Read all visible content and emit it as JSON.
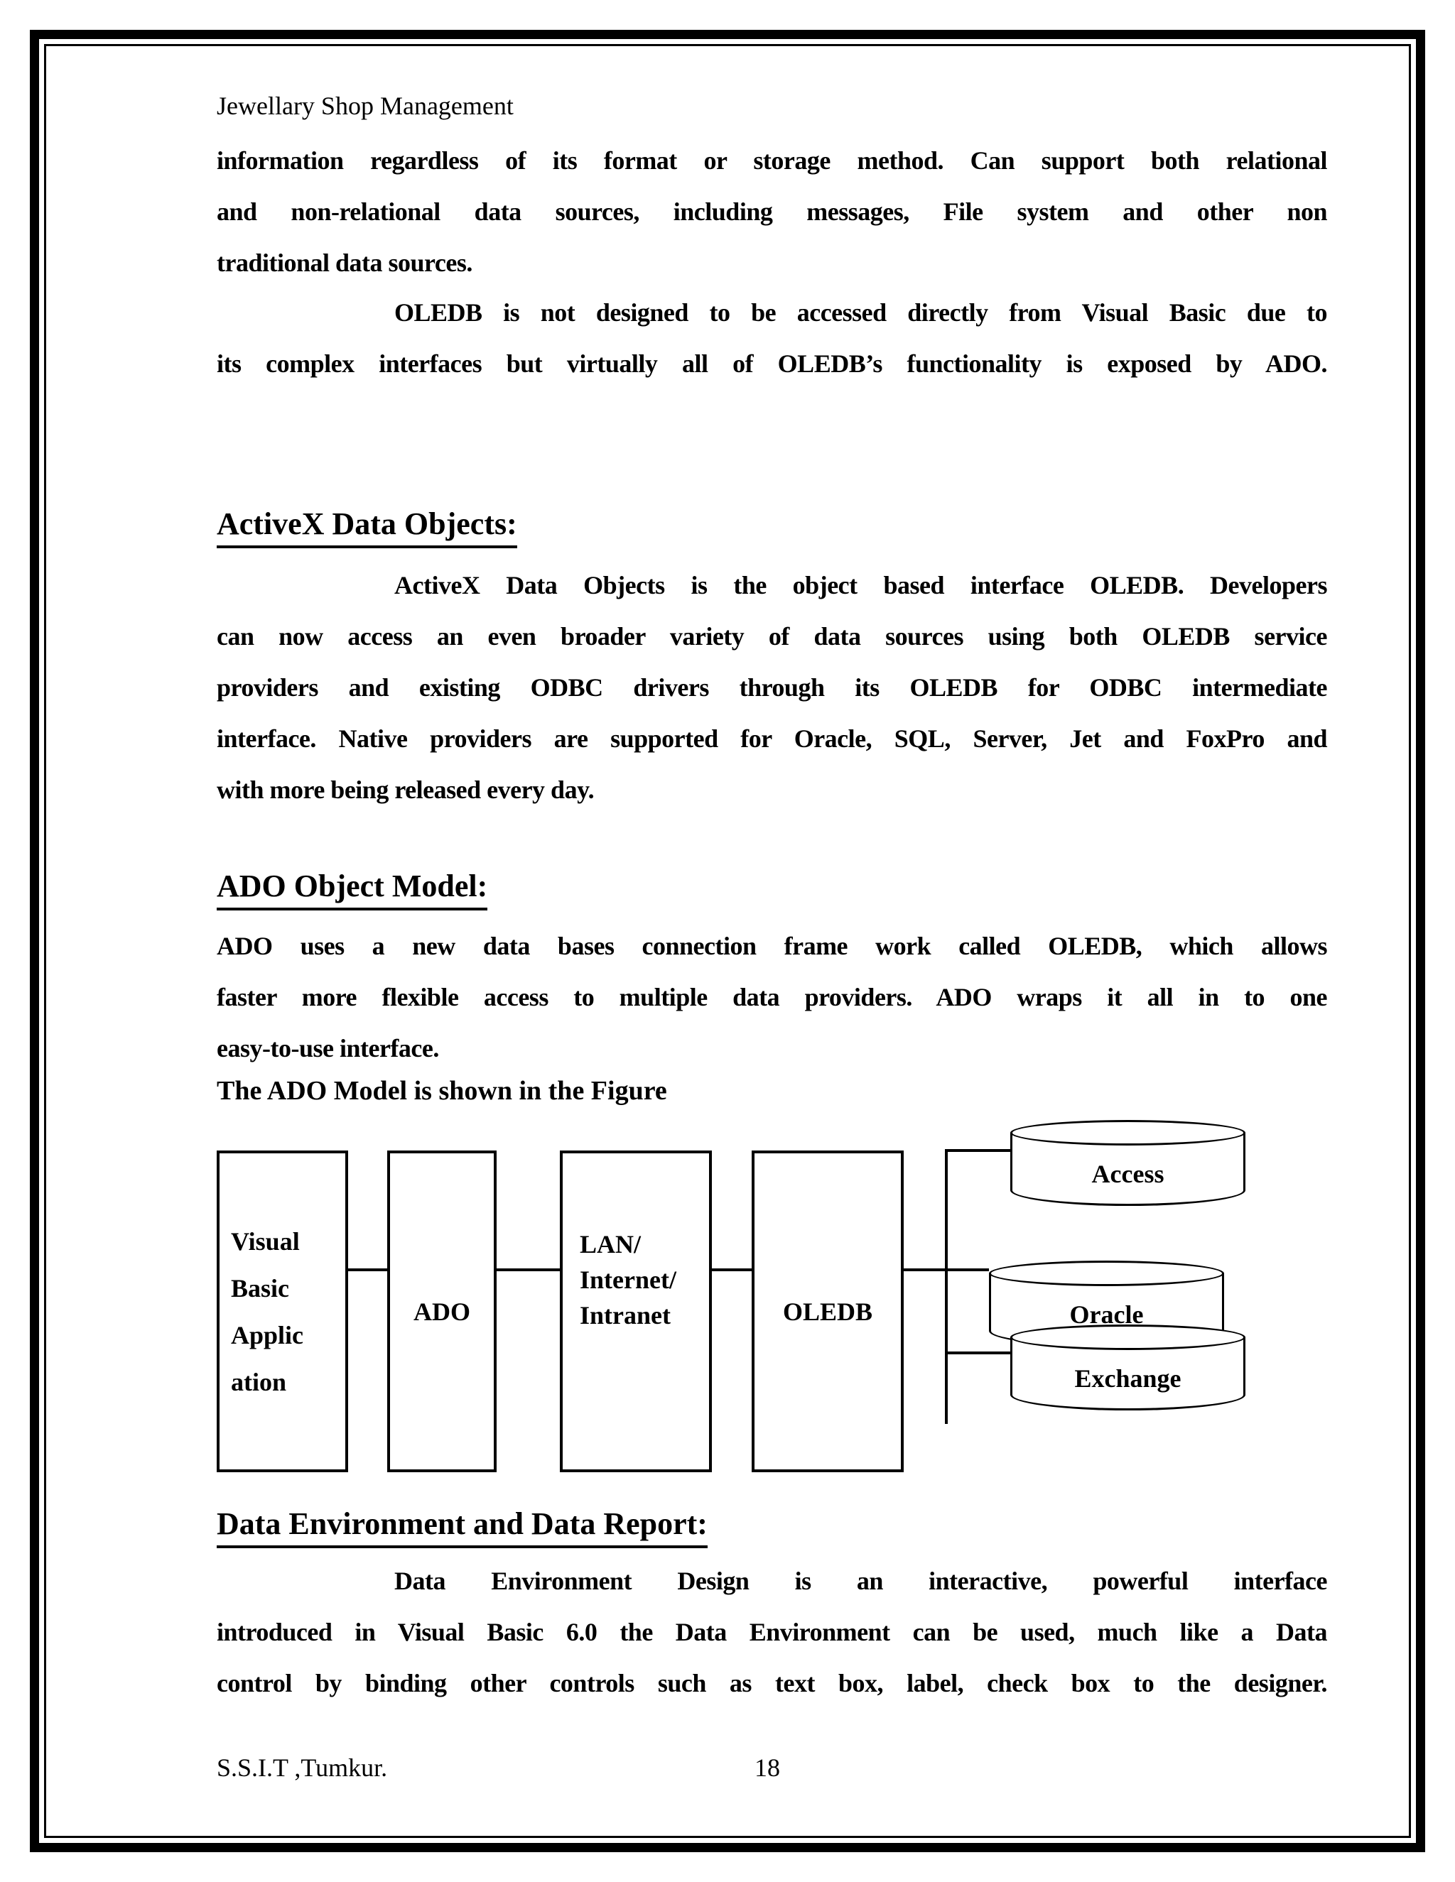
{
  "page": {
    "header": "Jewellary Shop Management",
    "footer_left": "S.S.I.T ,Tumkur.",
    "footer_page": "18"
  },
  "content": {
    "para1": [
      "information regardless of its format or storage method. Can support both relational",
      "and non-relational data sources, including messages, File system and other non",
      "traditional data sources."
    ],
    "para2": [
      "OLEDB is not designed to be accessed directly from Visual Basic due to",
      "its complex interfaces but virtually all of OLEDB’s functionality is exposed by ADO."
    ],
    "heading_activex": "ActiveX Data Objects:",
    "para3": [
      "ActiveX Data Objects is the object based interface OLEDB.  Developers",
      "can now access an even broader variety of data sources using both OLEDB service",
      "providers and existing ODBC drivers through its OLEDB for ODBC intermediate",
      "interface.  Native providers are supported for Oracle, SQL, Server, Jet and FoxPro and",
      "with more being released every day."
    ],
    "heading_ado_model": "ADO Object Model:",
    "para4": [
      "ADO uses a new data bases connection frame work called OLEDB, which allows",
      "faster more flexible access to multiple data providers.  ADO wraps it all in to one",
      "easy-to-use interface."
    ],
    "figure_caption": "The ADO Model is shown in the Figure",
    "heading_dataenv": "Data Environment and Data Report:",
    "para5": [
      "Data Environment Design is an interactive, powerful interface",
      "introduced in Visual Basic 6.0 the Data Environment can be used, much like a Data",
      "control by binding other controls such as text box, label, check box to the designer."
    ]
  },
  "diagram": {
    "box_visual_basic": "Visual\nBasic\nApplic\nation",
    "box_ado": "ADO",
    "box_lan": "LAN/\nInternet/\nIntranet",
    "box_oledb": "OLEDB",
    "cylinder_access": "Access",
    "cylinder_oracle": "Oracle",
    "cylinder_exchange": "Exchange"
  },
  "colors": {
    "ink": "#000000",
    "paper": "#ffffff"
  }
}
